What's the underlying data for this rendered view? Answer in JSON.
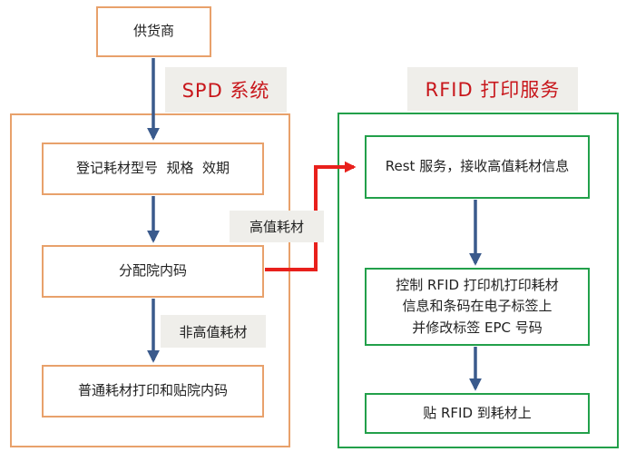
{
  "supplier": {
    "label": "供货商"
  },
  "spd": {
    "title": "SPD 系统",
    "register": "登记耗材型号  规格  效期",
    "assign": "分配院内码",
    "print_normal": "普通耗材打印和贴院内码",
    "high_value_tag": "高值耗材",
    "non_high_value_tag": "非高值耗材"
  },
  "rfid": {
    "title": "RFID 打印服务",
    "rest": "Rest 服务，接收高值耗材信息",
    "control_lines": [
      "控制 RFID 打印机打印耗材",
      "信息和条码在电子标签上",
      "并修改标签 EPC 号码"
    ],
    "attach": "贴 RFID 到耗材上"
  },
  "colors": {
    "orange_border": "#e8a16b",
    "green_border": "#22a04a",
    "blue_arrow": "#3a5a8c",
    "red_arrow": "#e8201c",
    "banner_text": "#c8171c"
  }
}
